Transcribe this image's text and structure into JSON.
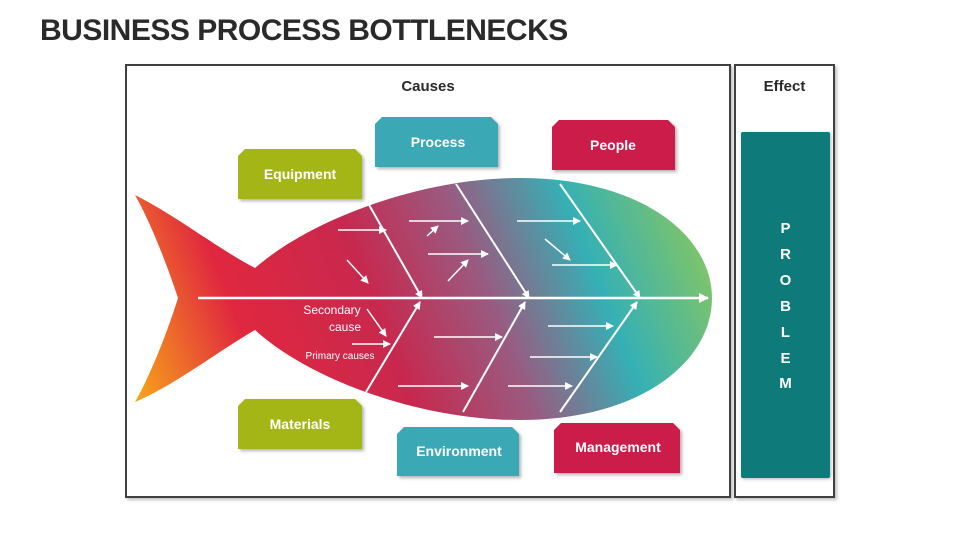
{
  "title": "BUSINESS PROCESS BOTTLENECKS",
  "causes_heading": "Causes",
  "effect_heading": "Effect",
  "problem_letters": [
    "P",
    "R",
    "O",
    "B",
    "L",
    "E",
    "M"
  ],
  "categories": {
    "equipment": "Equipment",
    "process": "Process",
    "people": "People",
    "materials": "Materials",
    "environment": "Environment",
    "management": "Management"
  },
  "annotations": {
    "secondary_line1": "Secondary",
    "secondary_line2": "cause",
    "primary": "Primary causes"
  },
  "colors": {
    "green": "#a3b616",
    "teal": "#3aa9b5",
    "crimson": "#cc1a4a",
    "problem": "#0f7a7a",
    "fish_orange": "#f7a11a",
    "fish_red": "#e0273f",
    "fish_mauve": "#9a5a80",
    "fish_teal": "#35b0b5",
    "fish_green": "#8ec85a"
  }
}
